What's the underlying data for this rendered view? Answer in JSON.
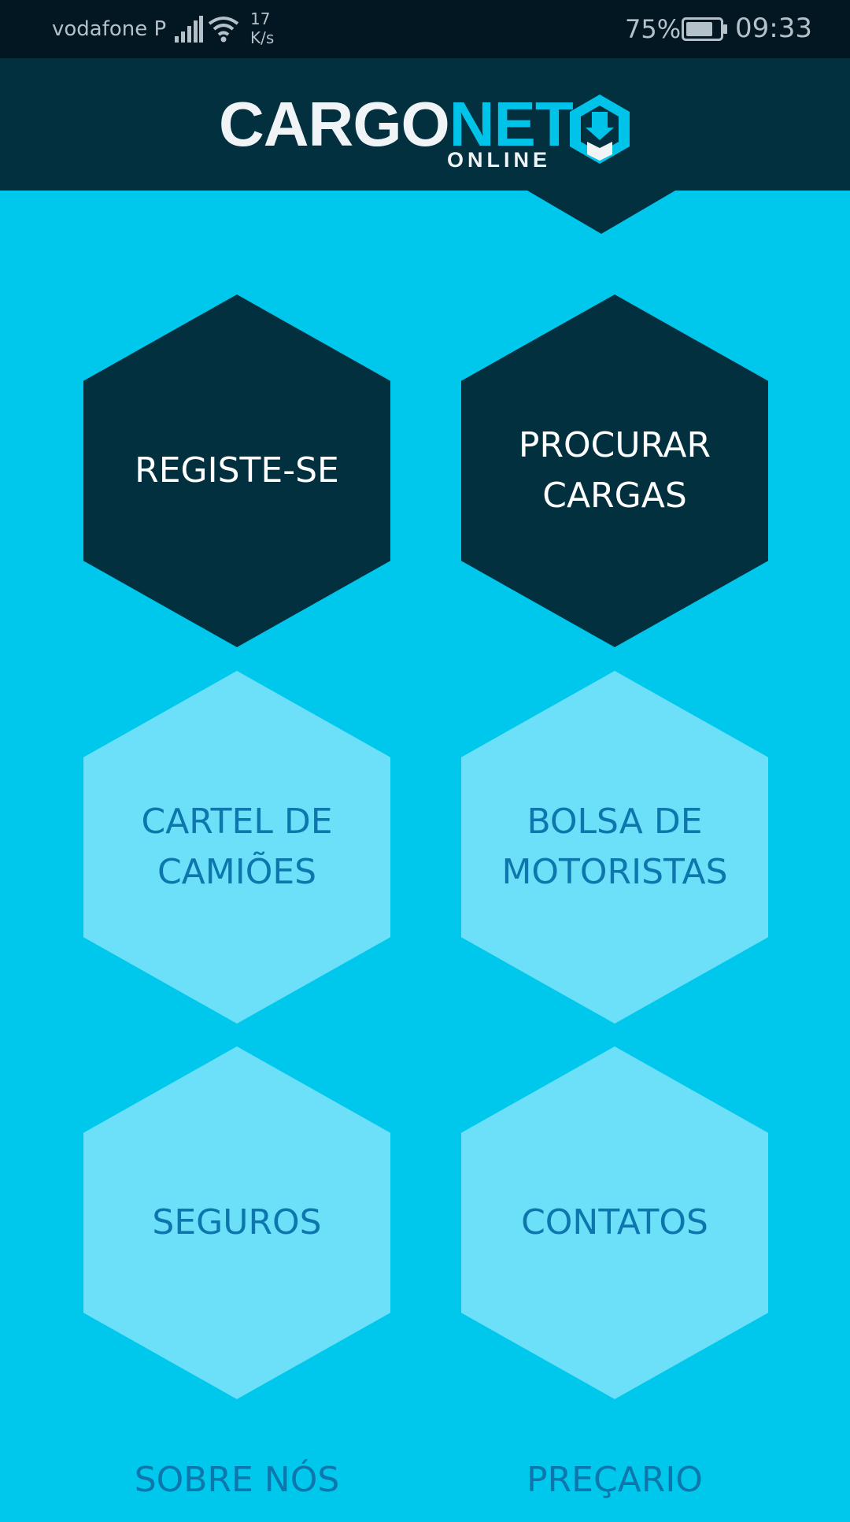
{
  "status_bar": {
    "carrier": "vodafone P",
    "net_speed_value": "17",
    "net_speed_unit": "K/s",
    "battery_percent": "75%",
    "time": "09:33"
  },
  "header": {
    "logo_word_1": "CARGO",
    "logo_word_2": "NET",
    "logo_sub": "ONLINE"
  },
  "menu": {
    "register": [
      "REGISTE-SE"
    ],
    "search_loads": [
      "PROCURAR",
      "CARGAS"
    ],
    "truck_board": [
      "CARTEL DE",
      "CAMIÕES"
    ],
    "driver_pool": [
      "BOLSA DE",
      "MOTORISTAS"
    ],
    "insurance": [
      "SEGUROS"
    ],
    "contacts": [
      "CONTATOS"
    ]
  },
  "footer": {
    "about": "SOBRE NÓS",
    "pricing": "PREÇARIO"
  },
  "colors": {
    "background": "#00c8ec",
    "header": "#02303f",
    "dark_hex": "#03303f",
    "light_hex": "#6be0f8",
    "link_text": "#0d77ad"
  }
}
